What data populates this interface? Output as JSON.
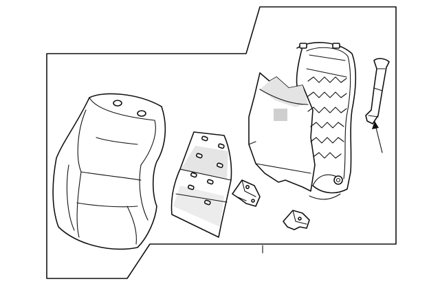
{
  "diagram": {
    "parts": [
      {
        "id": "seat-back-cover"
      },
      {
        "id": "seat-back-pad"
      },
      {
        "id": "lumbar-bracket"
      },
      {
        "id": "seat-back-panel"
      },
      {
        "id": "seat-back-frame"
      },
      {
        "id": "lower-bracket"
      },
      {
        "id": "headrest-guide"
      }
    ]
  }
}
